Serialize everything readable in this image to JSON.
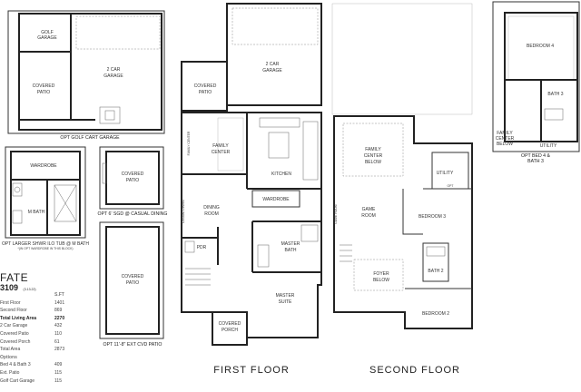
{
  "plan": {
    "name": "FATE",
    "number": "3109",
    "date": "(3.13.22)"
  },
  "sqft_table": {
    "header_value": "S.FT",
    "rows": [
      {
        "label": "First Floor",
        "value": "1401",
        "bold": false
      },
      {
        "label": "Second Floor",
        "value": "869",
        "bold": false
      },
      {
        "label": "Total Living Area",
        "value": "2270",
        "bold": true
      },
      {
        "label": "2 Car Garage",
        "value": "432",
        "bold": false
      },
      {
        "label": "Covered Patio",
        "value": "110",
        "bold": false
      },
      {
        "label": "Covered Porch",
        "value": "61",
        "bold": false
      },
      {
        "label": "Total Area",
        "value": "2873",
        "bold": false
      }
    ],
    "options_header": "Options",
    "options": [
      {
        "label": "Bed 4 & Bath 3",
        "value": "409"
      },
      {
        "label": "Ext. Patio",
        "value": "115"
      },
      {
        "label": "Golf Cart Garage",
        "value": "115"
      }
    ]
  },
  "captions": {
    "golf_cart": "OPT GOLF CART GARAGE",
    "shower": "OPT LARGER SHWR ILO TUB @ M BATH",
    "shower_note": "*(IN OPT WARDROBE IN THIS BLOCK)",
    "sgd": "OPT 6' SGD @ CASUAL DINING",
    "ext_patio": "OPT 11'-8\" EXT CVD PATIO",
    "bed4_line1": "OPT BED 4 &",
    "bed4_line2": "BATH 3",
    "first_floor": "FIRST FLOOR",
    "second_floor": "SECOND FLOOR"
  },
  "rooms": {
    "golf_garage": [
      "GOLF",
      "GARAGE"
    ],
    "two_car_garage": [
      "2 CAR",
      "GARAGE"
    ],
    "covered_patio": [
      "COVERED",
      "PATIO"
    ],
    "wardrobe": "WARDROBE",
    "m_bath": "M BATH",
    "family_center": [
      "FAMILY",
      "CENTER"
    ],
    "family_center_vertical": "FAMILY CENTER",
    "kitchen": "KITCHEN",
    "dining_room": [
      "DINING",
      "ROOM"
    ],
    "pdr": "PDR",
    "master_bath": [
      "MASTER",
      "BATH"
    ],
    "master_suite": [
      "MASTER",
      "SUITE"
    ],
    "covered_porch": [
      "COVERED",
      "PORCH"
    ],
    "casual_dining_vertical": "CASUAL DINING",
    "family_center_below": [
      "FAMILY",
      "CENTER",
      "BELOW"
    ],
    "utility": "UTILITY",
    "game_room": [
      "GAME",
      "ROOM"
    ],
    "game_room_vertical": "GAME ROOM",
    "bedroom_3": "BEDROOM 3",
    "foyer_below": [
      "FOYER",
      "BELOW"
    ],
    "bath_2": "BATH 2",
    "bedroom_2": "BEDROOM 2",
    "bedroom_4": "BEDROOM 4",
    "bath_3": "BATH 3",
    "opt": "OPT"
  }
}
